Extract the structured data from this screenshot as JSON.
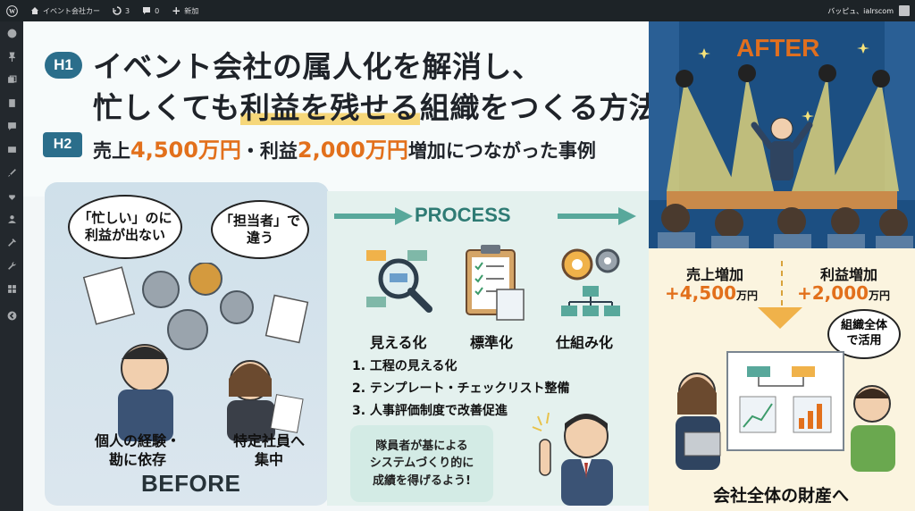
{
  "adminbar": {
    "site_name": "イベント会社カー",
    "updates_count": "3",
    "comments_count": "0",
    "new_label": "新加",
    "user_greeting": "バッピュ、ialrscom"
  },
  "header": {
    "h1_badge": "H1",
    "h1_line1": "イベント会社の属人化を解消し、",
    "h1_line2_pre": "忙しくても",
    "h1_line2_hl": "利益を残せる",
    "h1_line2_post": "組織をつくる方法",
    "h2_badge": "H2",
    "h2_pre": "売上",
    "h2_num1": "4,500万円",
    "h2_mid": "・利益",
    "h2_num2": "2,000万円",
    "h2_post": "増加につながった事例"
  },
  "before": {
    "bubble1": "「忙しい」のに\n利益が出ない",
    "bubble2": "「担当者」で\n違う",
    "caption1": "個人の経験・\n勘に依存",
    "caption2": "特定社員へ\n集中",
    "label": "BEFORE"
  },
  "process": {
    "title": "PROCESS",
    "step1": "見える化",
    "step2": "標準化",
    "step3": "仕組み化",
    "list": [
      "1. 工程の見える化",
      "2. テンプレート・チェックリスト整備",
      "3. 人事評価制度で改善促進"
    ],
    "note": "隊員者が基による\nシステムづくり的に\n成績を得げるよう!"
  },
  "after": {
    "title": "AFTER",
    "sales_label": "売上増加",
    "sales_value": "+4,500",
    "sales_unit": "万円",
    "profit_label": "利益増加",
    "profit_value": "+2,000",
    "profit_unit": "万円",
    "bubble": "組織全体\nで活用",
    "caption": "会社全体の財産へ"
  },
  "colors": {
    "accent": "#e2701c",
    "teal": "#2e7b74",
    "badge": "#2b6e8b"
  }
}
